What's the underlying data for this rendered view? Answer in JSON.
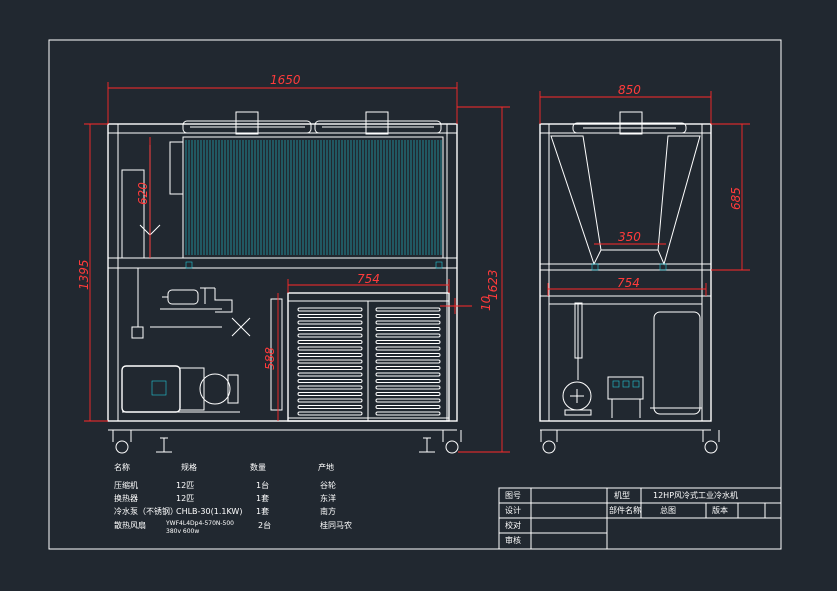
{
  "dimensions": {
    "front_width": "1650",
    "front_height": "1395",
    "front_condenser_height": "620",
    "front_tank_width": "754",
    "front_tank_height": "588",
    "front_gap": "10",
    "front_total_height": "1623",
    "side_width": "850",
    "side_top_height": "685",
    "side_v_width": "350",
    "side_base_width": "754"
  },
  "parts_list": {
    "headers": [
      "名称",
      "规格",
      "数量",
      "产地"
    ],
    "rows": [
      {
        "name": "压缩机",
        "spec": "12匹",
        "qty": "1台",
        "origin": "谷轮"
      },
      {
        "name": "换热器",
        "spec": "12匹",
        "qty": "1套",
        "origin": "东洋"
      },
      {
        "name": "冷水泵（不锈钢）",
        "spec": "CHLB-30(1.1KW)",
        "qty": "1套",
        "origin": "南方"
      },
      {
        "name": "散热风扇",
        "spec": "YWF4L4Dp4-570N-500",
        "spec2": "380v  600w",
        "qty": "2台",
        "origin": "桂同马农"
      }
    ]
  },
  "title_block": {
    "drawing_no_label": "图号",
    "design_label": "设计",
    "check_label": "校对",
    "review_label": "审核",
    "model_label": "机型",
    "model_value": "12HP风冷式工业冷水机",
    "part_name_label": "部件名称",
    "part_name_value": "总图",
    "version_label": "版本"
  }
}
